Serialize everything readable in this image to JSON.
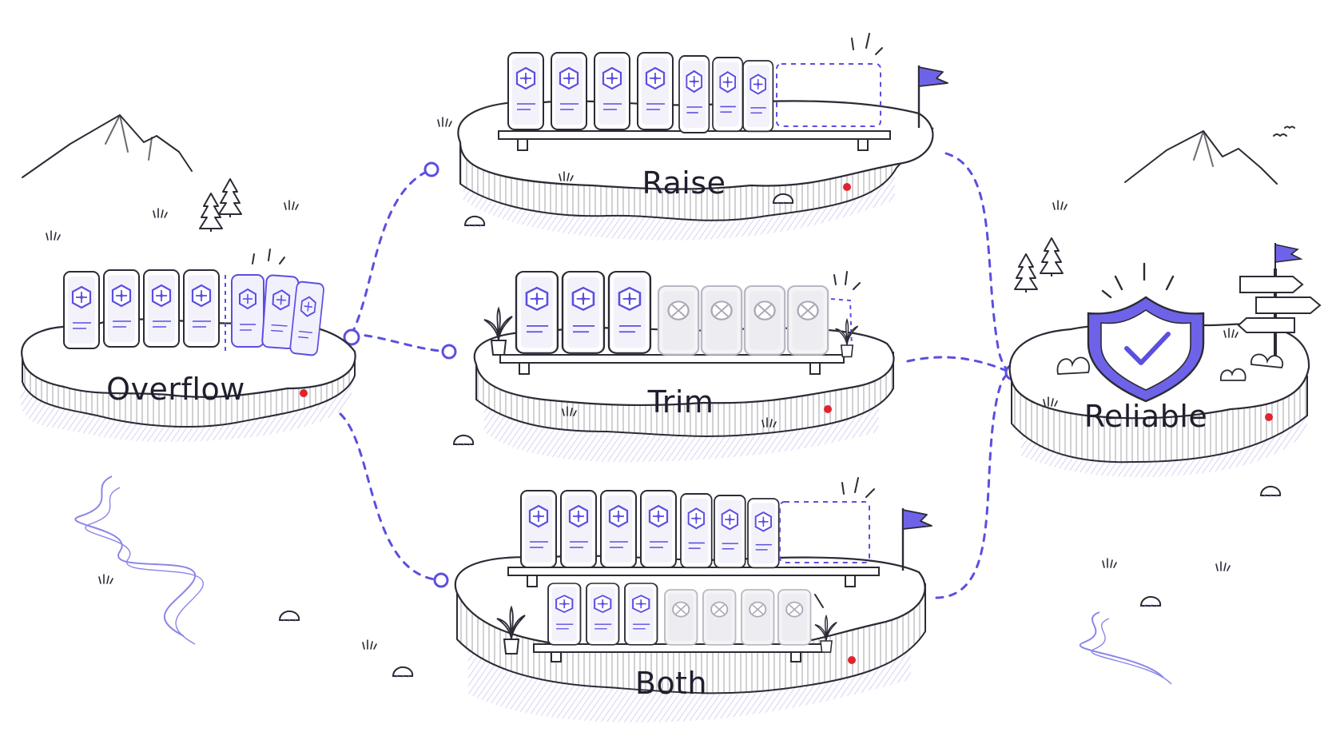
{
  "stages": {
    "overflow": {
      "label": "Overflow"
    },
    "raise": {
      "label": "Raise"
    },
    "trim": {
      "label": "Trim"
    },
    "both": {
      "label": "Both"
    },
    "reliable": {
      "label": "Reliable"
    }
  },
  "colors": {
    "accent": "#5b4fe0",
    "ink": "#2b2b36",
    "marker": "#e0242f",
    "hatch": "#8a86e8",
    "faded": "#b9b8c4"
  },
  "icons": {
    "card_active": "hexagon-arrows-icon",
    "card_dropped": "circle-x-icon",
    "flag": "flag-icon",
    "shield": "shield-check-icon",
    "signpost": "signpost-icon",
    "tree": "pine-tree-icon",
    "mountain": "mountain-icon",
    "plant": "potted-plant-icon"
  }
}
